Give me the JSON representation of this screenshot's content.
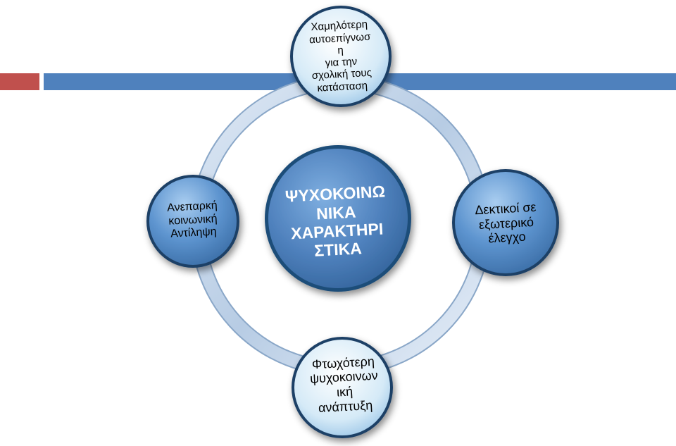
{
  "diagram": {
    "center": {
      "lines": [
        "ΨΥΧΟΚΟΙΝΩ",
        "ΝΙΚΑ",
        "ΧΑΡΑΚΤΗΡΙ",
        "ΣΤΙΚΑ"
      ]
    },
    "top": {
      "lines": [
        "Χαμηλότερη",
        "αυτοεπίγνωσ",
        "η",
        "για την",
        "σχολική τους",
        "κατάσταση"
      ]
    },
    "left": {
      "lines": [
        "Ανεπαρκή",
        "κοινωνική",
        "Αντίληψη"
      ]
    },
    "right": {
      "lines": [
        "Δεκτικοί σε",
        "εξωτερικό",
        "έλεγχο"
      ]
    },
    "bottom": {
      "lines": [
        "Φτωχότερη",
        "ψυχοκοινων",
        "ική",
        "ανάπτυξη"
      ]
    }
  },
  "colors": {
    "accent_red": "#c0504d",
    "accent_blue": "#4f81bd",
    "ring": "#b8cce4",
    "node_dark": "#2f5f8f",
    "node_light": "#d9ecf7"
  }
}
